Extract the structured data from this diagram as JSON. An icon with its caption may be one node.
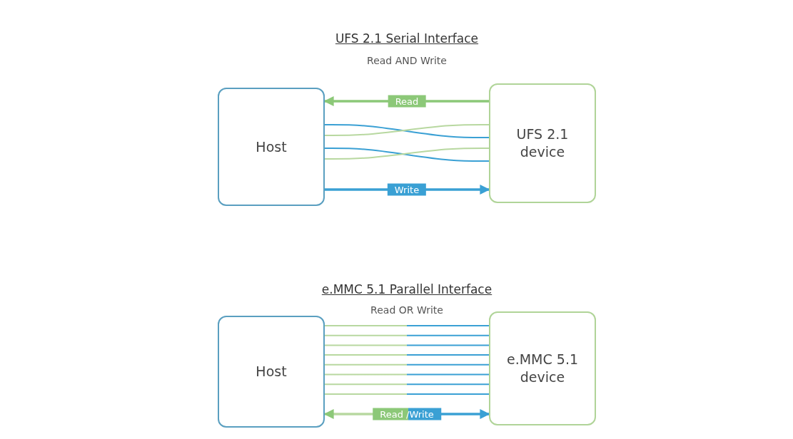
{
  "diagram": {
    "nodes": [
      {
        "text": [
          "Host"
        ]
      },
      {
        "text": [
          "UFS 2.1 device"
        ]
      },
      {
        "text": [
          "Host"
        ]
      },
      {
        "text": [
          "e.MMC 5.1 device"
        ]
      }
    ],
    "edges": [
      {
        "from": 1,
        "to": 0,
        "arrow": "to",
        "label": "Read",
        "color": "#8cc878"
      },
      {
        "from": 0,
        "to": 1,
        "arrow": "none"
      },
      {
        "from": 0,
        "to": 1,
        "arrow": "none",
        "color": "#b8d8a0"
      },
      {
        "from": 0,
        "to": 1,
        "arrow": "none"
      },
      {
        "from": 0,
        "to": 1,
        "arrow": "none",
        "color": "#b8d8a0"
      },
      {
        "from": 0,
        "to": 1,
        "arrow": "to",
        "label": "Write"
      },
      {
        "from": 2,
        "to": 3,
        "arrow": "none"
      },
      {
        "from": 2,
        "to": 3,
        "arrow": "none"
      },
      {
        "from": 2,
        "to": 3,
        "arrow": "none"
      },
      {
        "from": 2,
        "to": 3,
        "arrow": "none"
      },
      {
        "from": 2,
        "to": 3,
        "arrow": "none"
      },
      {
        "from": 2,
        "to": 3,
        "arrow": "none"
      },
      {
        "from": 2,
        "to": 3,
        "arrow": "none"
      },
      {
        "from": 2,
        "to": 3,
        "arrow": "none"
      },
      {
        "from": 2,
        "to": 3,
        "arrow": "both",
        "label": "Read /Write"
      }
    ],
    "labels": [
      "UFS 2.1 Serial Interface",
      "Read AND Write",
      "e.MMC 5.1 Parallel  Interface",
      "Read OR Write"
    ]
  }
}
